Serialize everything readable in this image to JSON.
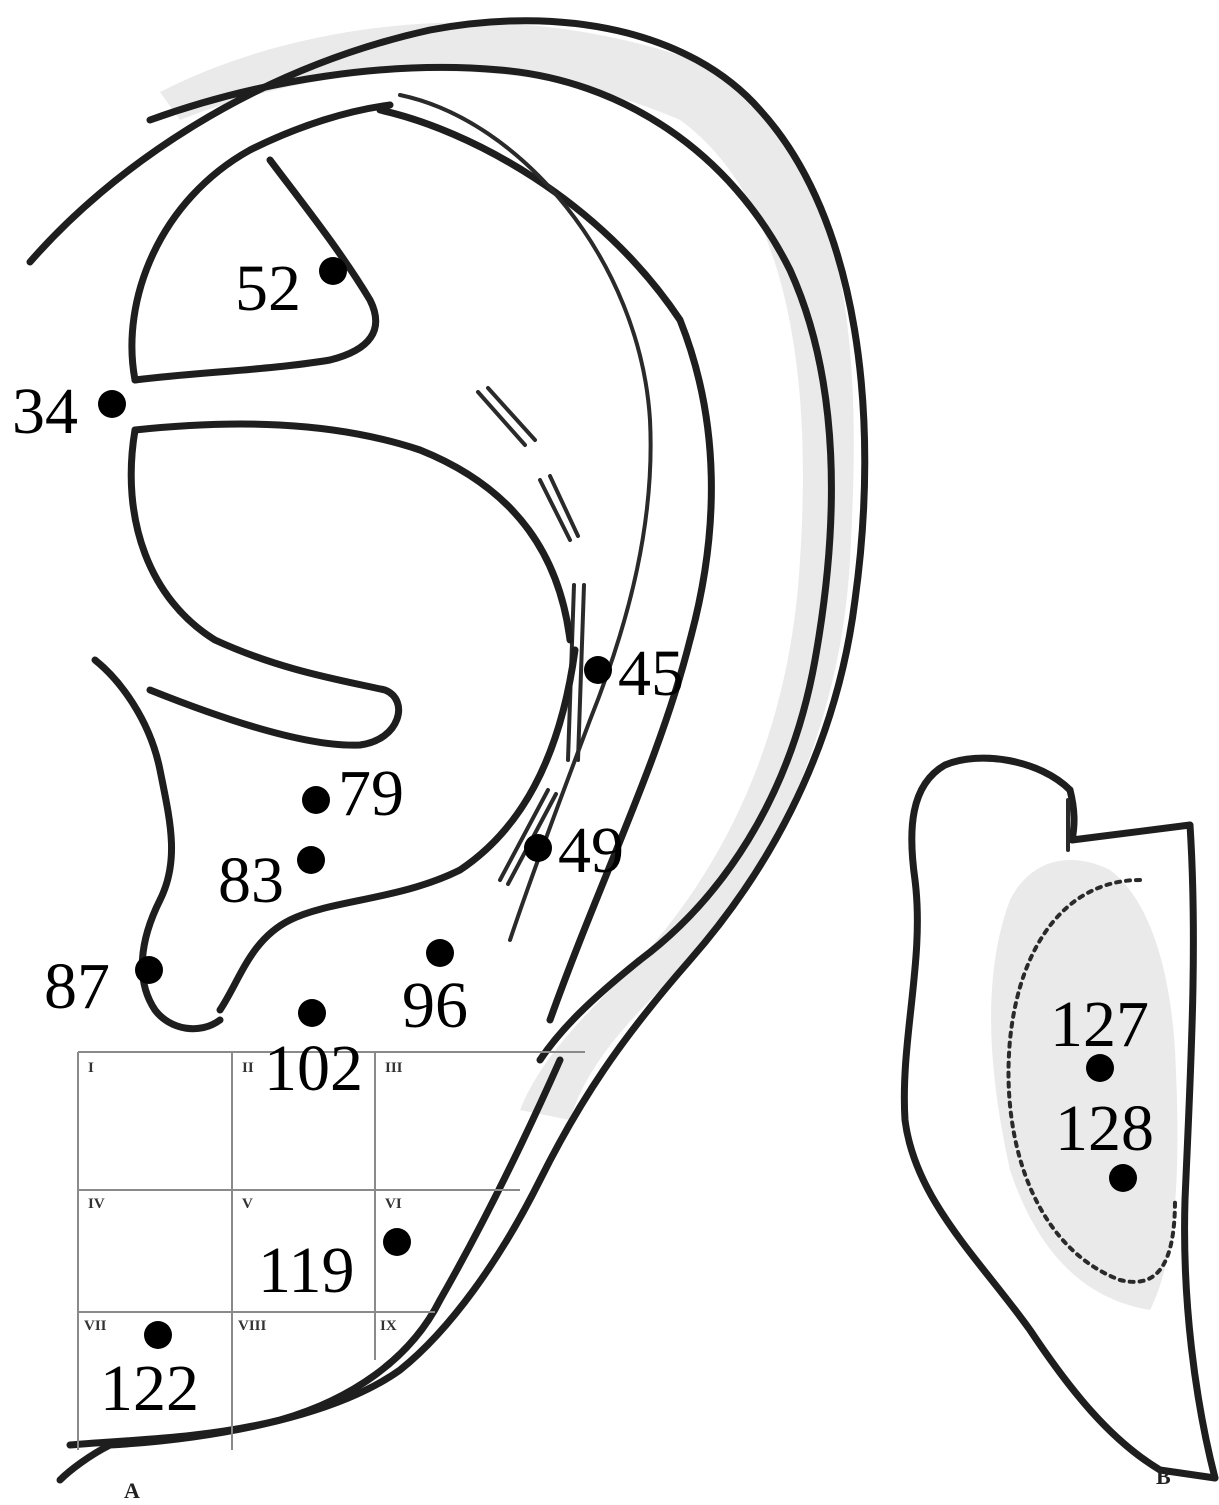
{
  "panels": {
    "a": "A",
    "b": "B"
  },
  "points": {
    "p52": "52",
    "p34": "34",
    "p45": "45",
    "p79": "79",
    "p83": "83",
    "p49": "49",
    "p87": "87",
    "p96": "96",
    "p102": "102",
    "p119": "119",
    "p122": "122",
    "p127": "127",
    "p128": "128"
  },
  "lobe_grid": [
    "I",
    "II",
    "III",
    "IV",
    "V",
    "VI",
    "VII",
    "VIII",
    "IX"
  ]
}
